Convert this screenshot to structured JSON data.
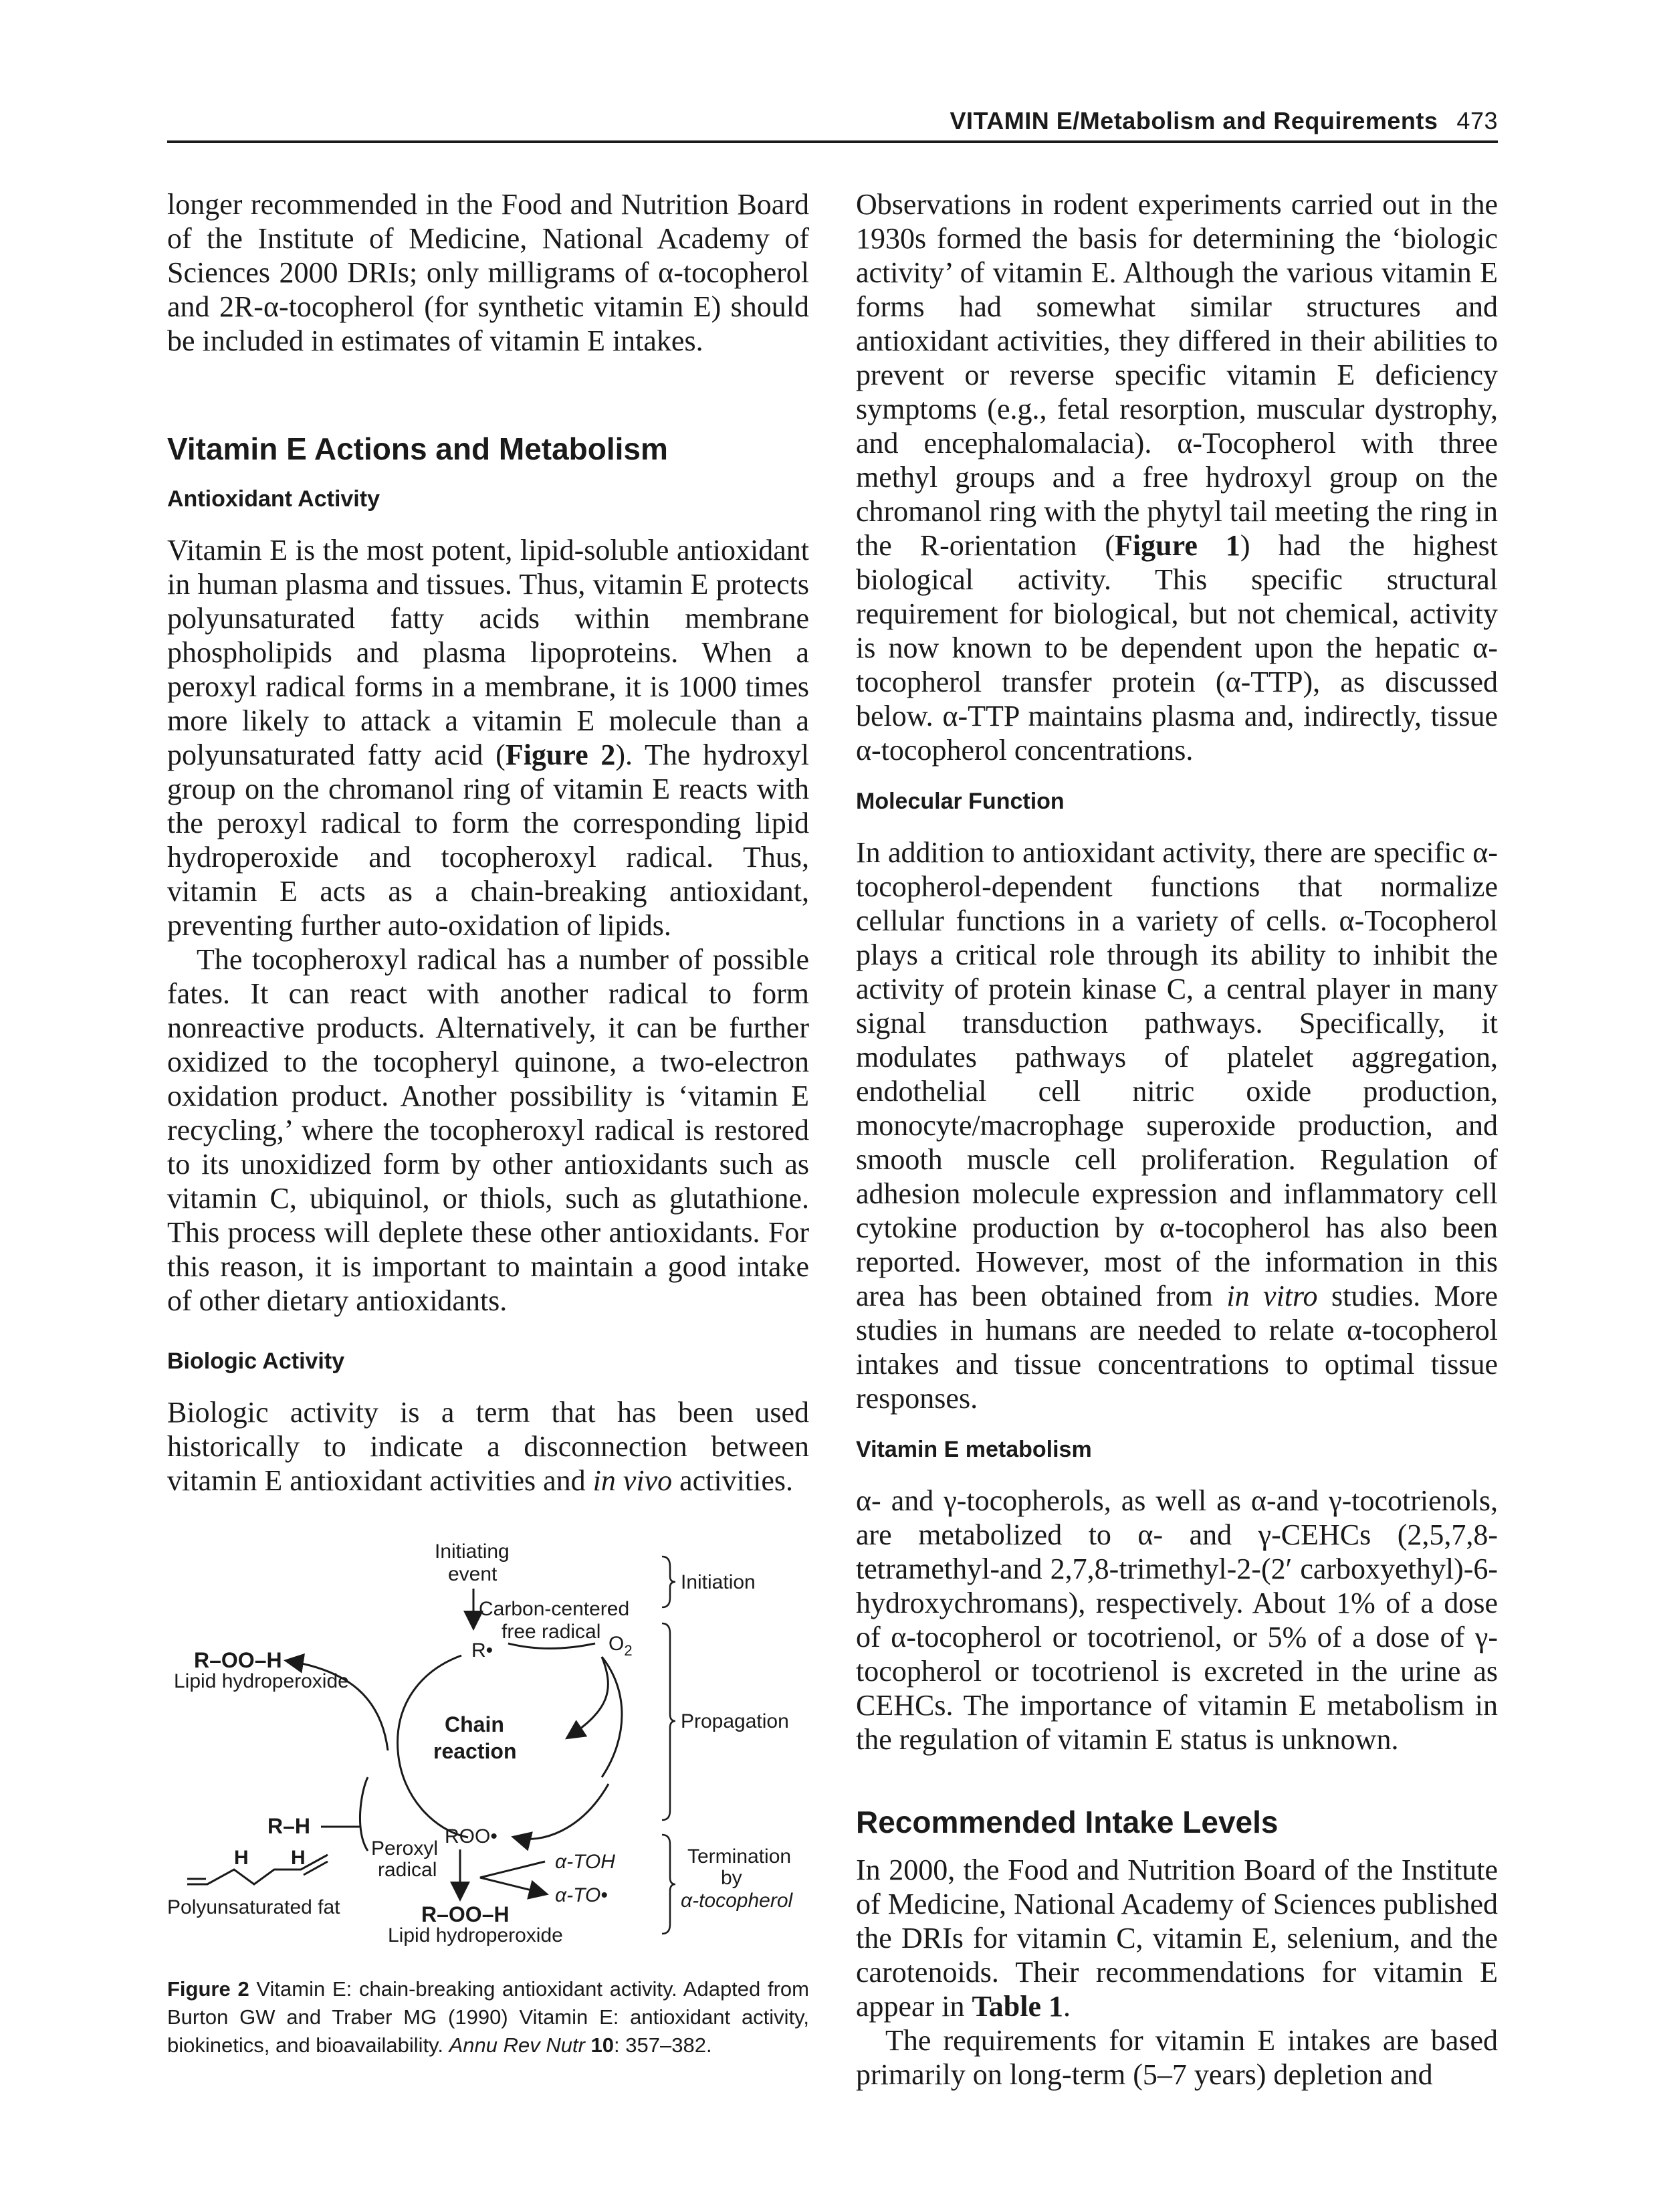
{
  "header": {
    "running_head": "VITAMIN E/Metabolism and Requirements",
    "page_number": "473"
  },
  "left": {
    "p1": "longer recommended in the Food and Nutrition Board of the Institute of Medicine, National Academy of Sciences 2000 DRIs; only milligrams of α-tocopherol and 2R-α-tocopherol (for synthetic vitamin E) should be included in estimates of vitamin E intakes.",
    "h_actions": "Vitamin E Actions and Metabolism",
    "h_antioxidant": "Antioxidant Activity",
    "p2_a": "Vitamin E is the most potent, lipid-soluble antioxidant in human plasma and tissues. Thus, vitamin E protects polyunsaturated fatty acids within membrane phospholipids and plasma lipoproteins. When a peroxyl radical forms in a membrane, it is 1000 times more likely to attack a vitamin E molecule than a polyunsaturated fatty acid (",
    "p2_ref": "Figure 2",
    "p2_b": "). The hydroxyl group on the chromanol ring of vitamin E reacts with the peroxyl radical to form the corresponding lipid hydroperoxide and tocopheroxyl radical. Thus, vitamin E acts as a chain-breaking antioxidant, preventing further auto-oxidation of lipids.",
    "p3": "The tocopheroxyl radical has a number of possible fates. It can react with another radical to form nonreactive products. Alternatively, it can be further oxidized to the tocopheryl quinone, a two-electron oxidation product. Another possibility is ‘vitamin E recycling,’ where the tocopheroxyl radical is restored to its unoxidized form by other antioxidants such as vitamin C, ubiquinol, or thiols, such as glutathione. This process will deplete these other antioxidants. For this reason, it is important to maintain a good intake of other dietary antioxidants.",
    "h_biologic": "Biologic Activity",
    "p4_a": "Biologic activity is a term that has been used historically to indicate a disconnection between vitamin E antioxidant activities and ",
    "p4_i": "in vivo",
    "p4_b": " activities."
  },
  "figure": {
    "initiating": "Initiating",
    "event": "event",
    "carbon_centered": "Carbon-centered",
    "free_radical": "free radical",
    "o2": "O",
    "o2_sub": "2",
    "r_dot": "R•",
    "rooh_top": "R–OO–H",
    "lipid_hydroperoxide_top": "Lipid hydroperoxide",
    "chain": "Chain",
    "reaction": "reaction",
    "rh": "R–H",
    "h_left": "H",
    "h_right": "H",
    "pufa": "Polyunsaturated fat",
    "peroxyl": "Peroxyl",
    "radical": "radical",
    "roo_dot": "ROO•",
    "a_toh": "α-TOH",
    "a_to_dot": "α-TO•",
    "rooh_bottom": "R–OO–H",
    "lipid_hydroperoxide_bottom": "Lipid hydroperoxide",
    "initiation": "Initiation",
    "propagation": "Propagation",
    "termination": "Termination",
    "by": "by",
    "a_tocopherol": "α-tocopherol"
  },
  "caption": {
    "label": "Figure 2",
    "text_a": " Vitamin E: chain-breaking antioxidant activity. Adapted from Burton GW and Traber MG (1990) Vitamin E: antioxidant activity, biokinetics, and bioavailability. ",
    "journal": "Annu Rev Nutr",
    "volume": " 10",
    "pages": ": 357–382."
  },
  "right": {
    "p1_a": "Observations in rodent experiments carried out in the 1930s formed the basis for determining the ‘biologic activity’ of vitamin E. Although the various vitamin E forms had somewhat similar structures and antioxidant activities, they differed in their abilities to prevent or reverse specific vitamin E deficiency symptoms (e.g., fetal resorption, muscular dystrophy, and encephalomalacia). α-Tocopherol with three methyl groups and a free hydroxyl group on the chromanol ring with the phytyl tail meeting the ring in the R-orientation (",
    "p1_ref": "Figure 1",
    "p1_b": ") had the highest biological activity. This specific structural requirement for biological, but not chemical, activity is now known to be dependent upon the hepatic α-tocopherol transfer protein (α-TTP), as discussed below. α-TTP maintains plasma and, indirectly, tissue α-tocopherol concentrations.",
    "h_molecular": "Molecular Function",
    "p2_a": "In addition to antioxidant activity, there are specific α-tocopherol-dependent functions that normalize cellular functions in a variety of cells. α-Tocopherol plays a critical role through its ability to inhibit the activity of protein kinase C, a central player in many signal transduction pathways. Specifically, it modulates pathways of platelet aggregation, endothelial cell nitric oxide production, monocyte/macrophage superoxide production, and smooth muscle cell proliferation. Regulation of adhesion molecule expression and inflammatory cell cytokine production by α-tocopherol has also been reported. However, most of the information in this area has been obtained from ",
    "p2_i": "in vitro",
    "p2_b": " studies. More studies in humans are needed to relate α-tocopherol intakes and tissue concentrations to optimal tissue responses.",
    "h_metabolism": "Vitamin E metabolism",
    "p3": "α- and γ-tocopherols, as well as α-and γ-tocotrienols, are metabolized to α- and γ-CEHCs (2,5,7,8-tetramethyl-and 2,7,8-trimethyl-2-(2′ carboxyethyl)-6-hydroxychromans), respectively. About 1% of a dose of α-tocopherol or tocotrienol, or 5% of a dose of γ-tocopherol or tocotrienol is excreted in the urine as CEHCs. The importance of vitamin E metabolism in the regulation of vitamin E status is unknown.",
    "h_recommended": "Recommended Intake Levels",
    "p4_a": "In 2000, the Food and Nutrition Board of the Institute of Medicine, National Academy of Sciences published the DRIs for vitamin C, vitamin E, selenium, and the carotenoids. Their recommendations for vitamin E appear in ",
    "p4_ref": "Table 1",
    "p4_b": ".",
    "p5": "The requirements for vitamin E intakes are based primarily on long-term (5–7 years) depletion and"
  }
}
